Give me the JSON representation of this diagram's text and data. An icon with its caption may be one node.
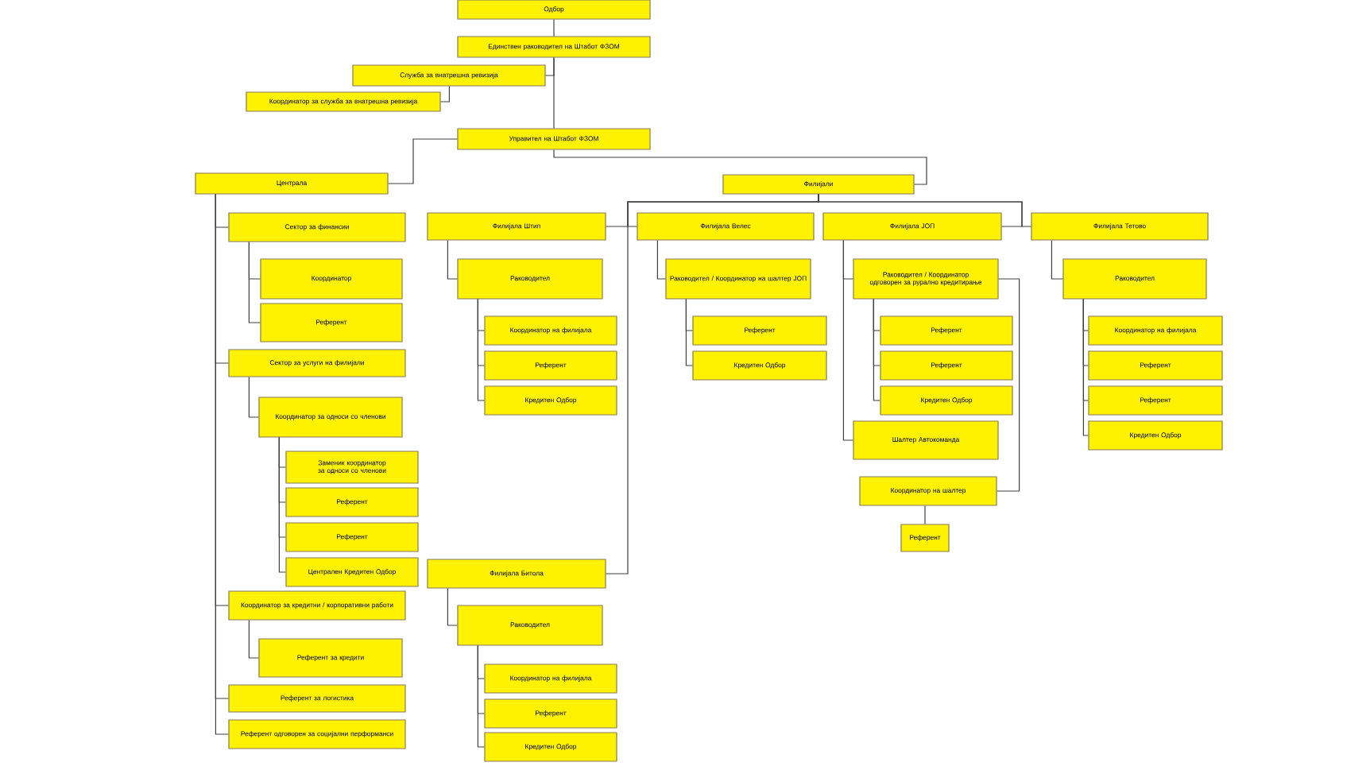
{
  "diagram": {
    "nodes": [
      {
        "text": [
          "Одбор"
        ]
      },
      {
        "text": [
          "Единствен раководител на Штабот ФЗОМ"
        ]
      },
      {
        "text": [
          "Служба за внатрешна ревизија"
        ]
      },
      {
        "text": [
          "Координатор за служба за внатрешна ревизија"
        ]
      },
      {
        "text": [
          "Управител на Штабот ФЗОМ"
        ]
      },
      {
        "text": [
          "Централа"
        ]
      },
      {
        "text": [
          "Филијали"
        ]
      },
      {
        "text": [
          "Сектор за финансии"
        ]
      },
      {
        "text": [
          "Координатор"
        ]
      },
      {
        "text": [
          "Референт"
        ]
      },
      {
        "text": [
          "Сектор за услуги на филијали"
        ]
      },
      {
        "text": [
          "Координатор за односи со членови"
        ]
      },
      {
        "text": [
          "Заменик координатор за односи со членови"
        ]
      },
      {
        "text": [
          "Референт"
        ]
      },
      {
        "text": [
          "Референт"
        ]
      },
      {
        "text": [
          "Централен Кредитен Одбор"
        ]
      },
      {
        "text": [
          "Координатор за кредитни / корпоративни работи"
        ]
      },
      {
        "text": [
          "Референт за кредити"
        ]
      },
      {
        "text": [
          "Референт за логистика"
        ]
      },
      {
        "text": [
          "Референт одговорен за социјални перформанси"
        ]
      },
      {
        "text": [
          "Филијала Штип"
        ]
      },
      {
        "text": [
          "Раководител"
        ]
      },
      {
        "text": [
          "Координатор на филијала"
        ]
      },
      {
        "text": [
          "Референт"
        ]
      },
      {
        "text": [
          "Кредитен Одбор"
        ]
      },
      {
        "text": [
          "Филијала Битола"
        ]
      },
      {
        "text": [
          "Раководител"
        ]
      },
      {
        "text": [
          "Координатор на филијала"
        ]
      },
      {
        "text": [
          "Референт"
        ]
      },
      {
        "text": [
          "Кредитен Одбор"
        ]
      },
      {
        "text": [
          "Филијала Велес"
        ]
      },
      {
        "text": [
          "Раководител / Координатор на шалтер ЈОП"
        ]
      },
      {
        "text": [
          "Референт"
        ]
      },
      {
        "text": [
          "Кредитен Одбор"
        ]
      },
      {
        "text": [
          "Филијала ЈОП"
        ]
      },
      {
        "text": [
          "Раководител / Координатор одговорен за рурално кредитирање"
        ]
      },
      {
        "text": [
          "Референт"
        ]
      },
      {
        "text": [
          "Референт"
        ]
      },
      {
        "text": [
          "Кредитен Одбор"
        ]
      },
      {
        "text": [
          "Шалтер Автокоманда"
        ]
      },
      {
        "text": [
          "Координатор на шалтер"
        ]
      },
      {
        "text": [
          "Референт"
        ]
      },
      {
        "text": [
          "Филијала Тетово"
        ]
      },
      {
        "text": [
          "Раководител"
        ]
      },
      {
        "text": [
          "Координатор на филијала"
        ]
      },
      {
        "text": [
          "Референт"
        ]
      },
      {
        "text": [
          "Референт"
        ]
      },
      {
        "text": [
          "Кредитен Одбор"
        ]
      }
    ],
    "edges": [
      {
        "from": 0,
        "to": 1,
        "arrow": "none"
      },
      {
        "from": 1,
        "to": 2,
        "arrow": "none"
      },
      {
        "from": 2,
        "to": 3,
        "arrow": "none"
      },
      {
        "from": 1,
        "to": 4,
        "arrow": "none"
      },
      {
        "from": 4,
        "to": 5,
        "arrow": "none"
      },
      {
        "from": 4,
        "to": 6,
        "arrow": "none"
      },
      {
        "from": 5,
        "to": 7,
        "arrow": "none"
      },
      {
        "from": 7,
        "to": 8,
        "arrow": "none"
      },
      {
        "from": 7,
        "to": 9,
        "arrow": "none"
      },
      {
        "from": 5,
        "to": 10,
        "arrow": "none"
      },
      {
        "from": 10,
        "to": 11,
        "arrow": "none"
      },
      {
        "from": 11,
        "to": 12,
        "arrow": "none"
      },
      {
        "from": 11,
        "to": 13,
        "arrow": "none"
      },
      {
        "from": 11,
        "to": 14,
        "arrow": "none"
      },
      {
        "from": 11,
        "to": 15,
        "arrow": "none"
      },
      {
        "from": 5,
        "to": 16,
        "arrow": "none"
      },
      {
        "from": 16,
        "to": 17,
        "arrow": "none"
      },
      {
        "from": 5,
        "to": 18,
        "arrow": "none"
      },
      {
        "from": 5,
        "to": 19,
        "arrow": "none"
      },
      {
        "from": 6,
        "to": 20,
        "arrow": "none"
      },
      {
        "from": 20,
        "to": 21,
        "arrow": "none"
      },
      {
        "from": 21,
        "to": 22,
        "arrow": "none"
      },
      {
        "from": 21,
        "to": 23,
        "arrow": "none"
      },
      {
        "from": 21,
        "to": 24,
        "arrow": "none"
      },
      {
        "from": 6,
        "to": 25,
        "arrow": "none"
      },
      {
        "from": 25,
        "to": 26,
        "arrow": "none"
      },
      {
        "from": 26,
        "to": 27,
        "arrow": "none"
      },
      {
        "from": 26,
        "to": 28,
        "arrow": "none"
      },
      {
        "from": 26,
        "to": 29,
        "arrow": "none"
      },
      {
        "from": 6,
        "to": 30,
        "arrow": "none"
      },
      {
        "from": 30,
        "to": 31,
        "arrow": "none"
      },
      {
        "from": 31,
        "to": 32,
        "arrow": "none"
      },
      {
        "from": 31,
        "to": 33,
        "arrow": "none"
      },
      {
        "from": 6,
        "to": 34,
        "arrow": "none"
      },
      {
        "from": 34,
        "to": 35,
        "arrow": "none"
      },
      {
        "from": 35,
        "to": 36,
        "arrow": "none"
      },
      {
        "from": 35,
        "to": 37,
        "arrow": "none"
      },
      {
        "from": 35,
        "to": 38,
        "arrow": "none"
      },
      {
        "from": 34,
        "to": 39,
        "arrow": "none"
      },
      {
        "from": 35,
        "to": 40,
        "arrow": "none"
      },
      {
        "from": 40,
        "to": 41,
        "arrow": "none"
      },
      {
        "from": 6,
        "to": 42,
        "arrow": "none"
      },
      {
        "from": 42,
        "to": 43,
        "arrow": "none"
      },
      {
        "from": 43,
        "to": 44,
        "arrow": "none"
      },
      {
        "from": 43,
        "to": 45,
        "arrow": "none"
      },
      {
        "from": 43,
        "to": 46,
        "arrow": "none"
      },
      {
        "from": 43,
        "to": 47,
        "arrow": "none"
      }
    ]
  }
}
